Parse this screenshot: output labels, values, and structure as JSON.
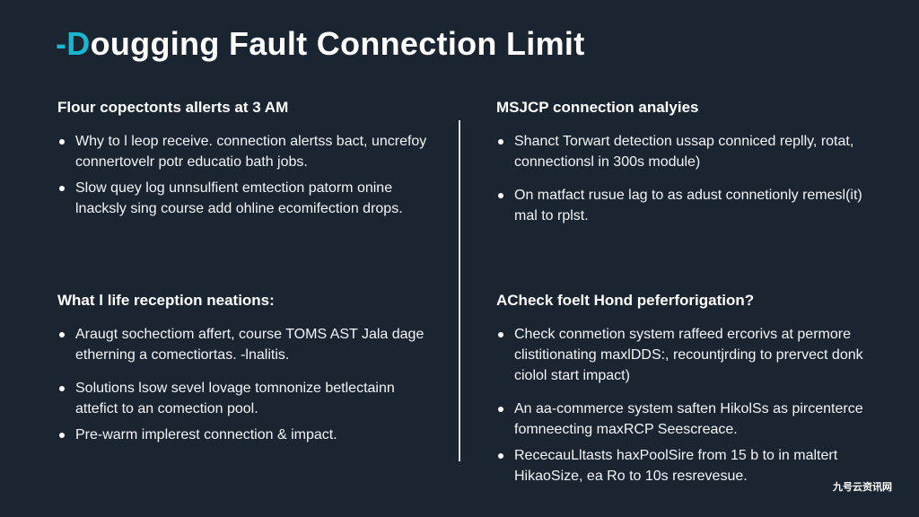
{
  "title": {
    "accent": "-D",
    "rest": "ougging Fault Connection  Limit"
  },
  "sections": {
    "top_left": {
      "heading": "Flour copectonts allerts at 3 AM",
      "items": [
        "Why to l leop receive. connection alertss bact, uncrefoy connertovelr potr educatio bath jobs.",
        "Slow quey log unnsulfient emtection patorm onine lnacksly sing course add ohline ecomifection drops."
      ]
    },
    "top_right": {
      "heading": "MSJCP connection analyies",
      "items": [
        "Shanct Torwart detection ussap conniced replly, rotat, connectionsl in 300s module)",
        "On matfact rusue lag to as adust connetionly remesl(it) mal to rplst."
      ]
    },
    "bottom_left": {
      "heading": "What l life reception neations:",
      "items": [
        "Araugt sochectiom affert, course TOMS AST Jala dage etherning a comectiortas. -lnalitis.",
        "Solutions lsow sevel lovage tomnonize betlectainn attefict to an comection pool.",
        "Pre-warm implerest connection & impact."
      ]
    },
    "bottom_right": {
      "heading": "ACheck foelt Hond peferforigation?",
      "items": [
        "Check conmetion system raffeed ercorivs at permore clistitionating maxlDDS:, recountjrding to prervect donk ciolol start impact)",
        "An aa-commerce system saften HikolSs as pircenterce fomneecting maxRCP Seescreace.",
        "RececauLltasts haxPoolSire from 15 b to in maltert HikaoSize, ea Ro to 10s resrevesue."
      ]
    }
  },
  "watermark": "九号云资讯网"
}
